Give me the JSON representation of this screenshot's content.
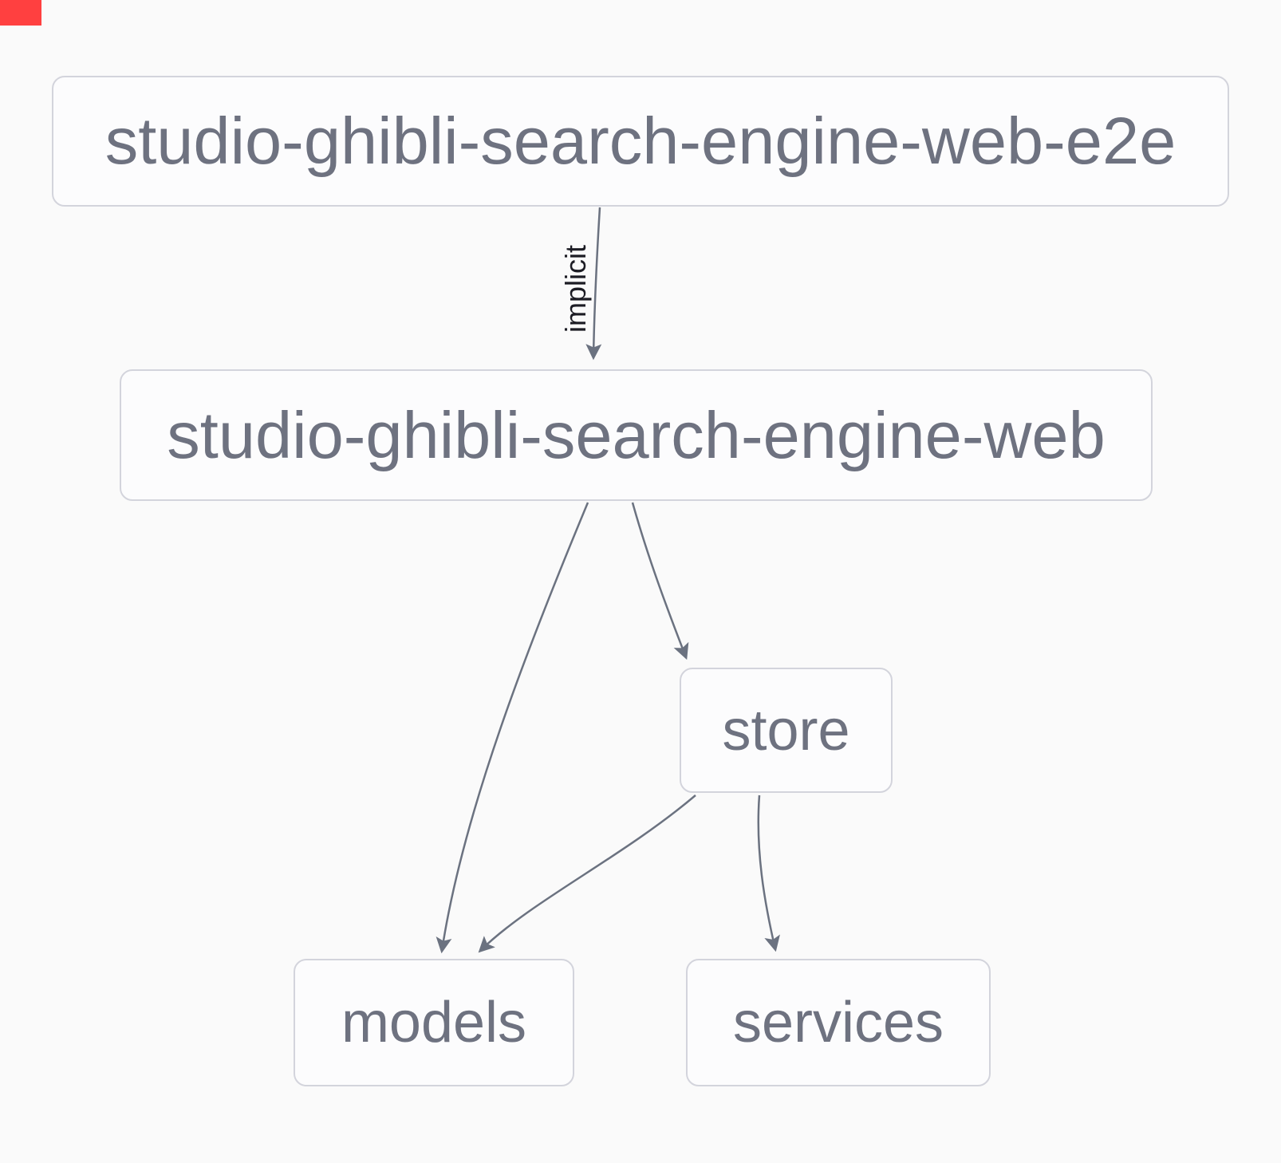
{
  "diagram": {
    "type": "dependency-graph",
    "nodes": [
      {
        "id": "studio-ghibli-search-engine-web-e2e",
        "label": "studio-ghibli-search-engine-web-e2e"
      },
      {
        "id": "studio-ghibli-search-engine-web",
        "label": "studio-ghibli-search-engine-web"
      },
      {
        "id": "store",
        "label": "store"
      },
      {
        "id": "models",
        "label": "models"
      },
      {
        "id": "services",
        "label": "services"
      }
    ],
    "edges": [
      {
        "from": "studio-ghibli-search-engine-web-e2e",
        "to": "studio-ghibli-search-engine-web",
        "label": "implicit"
      },
      {
        "from": "studio-ghibli-search-engine-web",
        "to": "models",
        "label": ""
      },
      {
        "from": "studio-ghibli-search-engine-web",
        "to": "store",
        "label": ""
      },
      {
        "from": "store",
        "to": "models",
        "label": ""
      },
      {
        "from": "store",
        "to": "services",
        "label": ""
      }
    ],
    "colors": {
      "background": "#fafafa",
      "node_fill": "#fcfcfd",
      "node_border": "#d3d4dc",
      "node_text": "#6e7280",
      "edge": "#6b7280",
      "edge_label_text": "#1c1c24",
      "corner_marker": "#ff4040"
    }
  }
}
